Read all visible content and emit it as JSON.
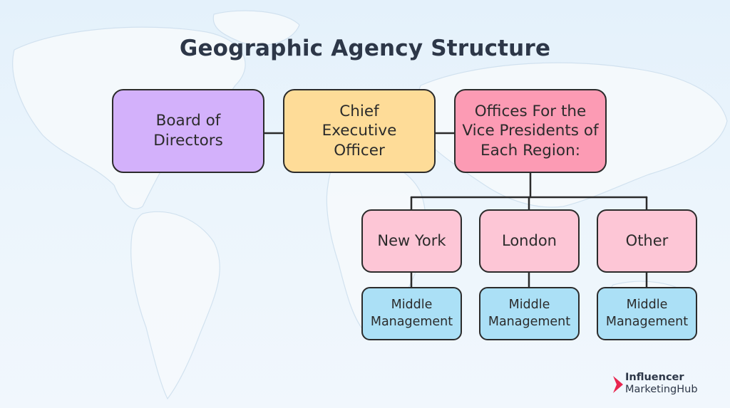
{
  "title": "Geographic Agency Structure",
  "nodes": {
    "board": "Board of Directors",
    "ceo": "Chief Executive Officer",
    "vp": "Offices For the Vice Presidents of Each Region:",
    "region1": "New York",
    "region2": "London",
    "region3": "Other",
    "mm1": "Middle Management",
    "mm2": "Middle Management",
    "mm3": "Middle Management"
  },
  "colors": {
    "board": "#d3b1fb",
    "ceo": "#fedc98",
    "vp": "#fc9bb4",
    "region": "#fdc6d6",
    "middle_management": "#abe0f6",
    "logo_accent": "#e8254f"
  },
  "logo": {
    "line1": "Influencer",
    "line2": "MarketingHub",
    "icon": "influencer-marketing-hub-logo-icon"
  }
}
